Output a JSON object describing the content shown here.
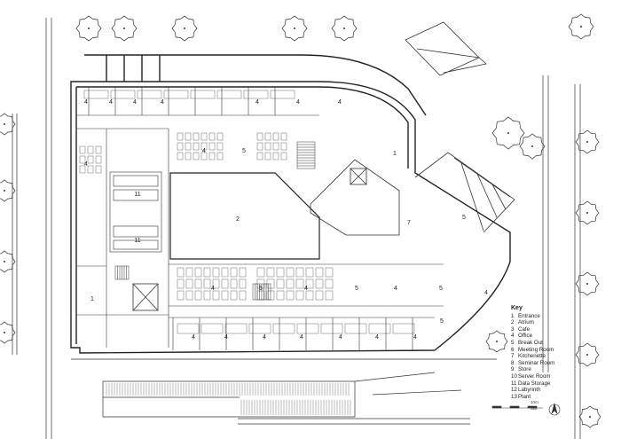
{
  "plan": {
    "room_labels": [
      {
        "number": "4",
        "room": "Office"
      },
      {
        "number": "4",
        "room": "Office"
      },
      {
        "number": "4",
        "room": "Office"
      },
      {
        "number": "4",
        "room": "Office"
      },
      {
        "number": "4",
        "room": "Office"
      },
      {
        "number": "4",
        "room": "Office"
      },
      {
        "number": "4",
        "room": "Office"
      },
      {
        "number": "4",
        "room": "Office"
      },
      {
        "number": "5",
        "room": "Break Out"
      },
      {
        "number": "4",
        "room": "Office"
      },
      {
        "number": "1",
        "room": "Entrance"
      },
      {
        "number": "1",
        "room": "Entrance"
      },
      {
        "number": "11",
        "room": "Data Storage"
      },
      {
        "number": "11",
        "room": "Data Storage"
      },
      {
        "number": "2",
        "room": "Atrium"
      },
      {
        "number": "7",
        "room": "Kitchenette"
      },
      {
        "number": "5",
        "room": "Break Out"
      },
      {
        "number": "4",
        "room": "Office"
      },
      {
        "number": "5",
        "room": "Break Out"
      },
      {
        "number": "4",
        "room": "Office"
      },
      {
        "number": "5",
        "room": "Break Out"
      },
      {
        "number": "4",
        "room": "Office"
      },
      {
        "number": "5",
        "room": "Break Out"
      },
      {
        "number": "4",
        "room": "Office"
      },
      {
        "number": "4",
        "room": "Office"
      },
      {
        "number": "4",
        "room": "Office"
      },
      {
        "number": "4",
        "room": "Office"
      },
      {
        "number": "4",
        "room": "Office"
      },
      {
        "number": "4",
        "room": "Office"
      },
      {
        "number": "4",
        "room": "Office"
      },
      {
        "number": "4",
        "room": "Office"
      },
      {
        "number": "5",
        "room": "Break Out"
      }
    ]
  },
  "key": {
    "title": "Key",
    "items": [
      {
        "num": "1",
        "label": "Entrance"
      },
      {
        "num": "2",
        "label": "Atrium"
      },
      {
        "num": "3",
        "label": "Cafe"
      },
      {
        "num": "4",
        "label": "Office"
      },
      {
        "num": "5",
        "label": "Break Out"
      },
      {
        "num": "6",
        "label": "Meeting Room"
      },
      {
        "num": "7",
        "label": "Kitchenette"
      },
      {
        "num": "8",
        "label": "Seminar Room"
      },
      {
        "num": "9",
        "label": "Store"
      },
      {
        "num": "10",
        "label": "Server Room"
      },
      {
        "num": "11",
        "label": "Data Storage"
      },
      {
        "num": "12",
        "label": "Labyrinth"
      },
      {
        "num": "13",
        "label": "Plant"
      }
    ]
  },
  "scale_bar": {
    "top_label": "10m",
    "bottom_label": "32ft"
  },
  "north_arrow": {
    "icon": "north-arrow-icon"
  },
  "colors": {
    "line": "#333333",
    "light": "#9a9a9a",
    "paper": "#ffffff"
  }
}
